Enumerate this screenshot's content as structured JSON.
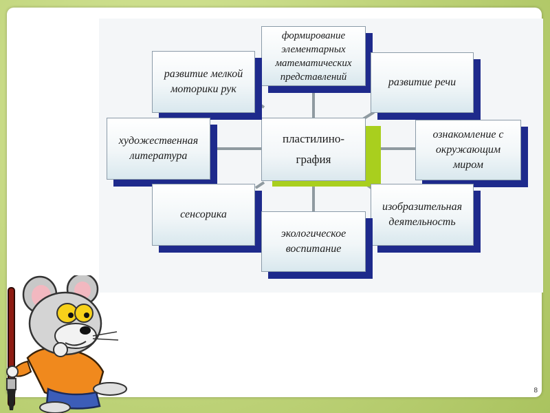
{
  "diagram": {
    "center": "пластилино-графия",
    "nodes": [
      {
        "id": "formirovanie",
        "text": "формирование элементарных математических представлений"
      },
      {
        "id": "motorika",
        "text": "развитие мелкой моторики рук"
      },
      {
        "id": "rech",
        "text": "развитие речи"
      },
      {
        "id": "literatura",
        "text": "художественная литература"
      },
      {
        "id": "okruzhayushchim",
        "text": "ознакомление с окружающим миром"
      },
      {
        "id": "sensorika",
        "text": "сенсорика"
      },
      {
        "id": "izobrazitelnaya",
        "text": "изобразительная деятельность"
      },
      {
        "id": "ekologicheskoe",
        "text": "экологическое воспитание"
      }
    ]
  },
  "colors": {
    "box_shadow": "#1e2a8c",
    "center_accent": "#a9cf1e",
    "frame": "#c9dc86"
  },
  "footer": {
    "page_number": "8"
  }
}
